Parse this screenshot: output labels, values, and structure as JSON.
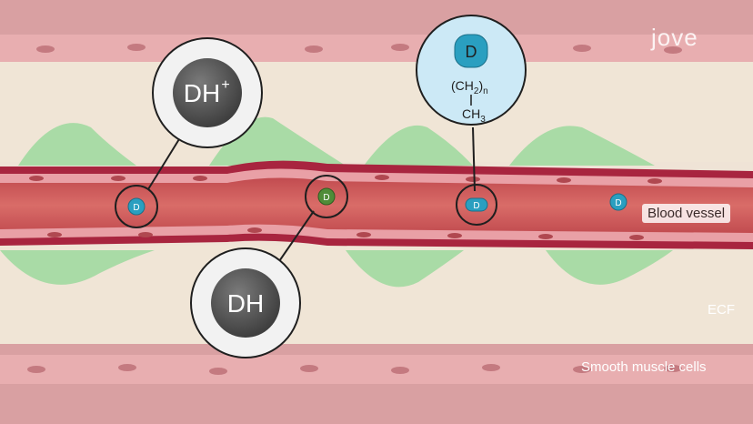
{
  "logo": "jove",
  "labels": {
    "blood_vessel": "Blood vessel",
    "ecf": "ECF",
    "smooth_muscle": "Smooth muscle cells"
  },
  "molecules": {
    "small_label": "D",
    "ionized_main": "DH",
    "ionized_charge": "+",
    "neutral": "DH",
    "lipid_head": "D",
    "lipid_chain_open": "(CH",
    "lipid_chain_sub2": "2",
    "lipid_chain_close": ")",
    "lipid_chain_subn": "n",
    "lipid_tail": "CH",
    "lipid_tail_sub3": "3"
  },
  "colors": {
    "background": "#efe3d6",
    "smooth_muscle": "#e3a3a6",
    "smooth_muscle_band": "#d68f94",
    "ecf": "#f0e5d6",
    "green_cells": "#a8d9a8",
    "vessel_wall": "#a8253f",
    "vessel_lumen": "#cf5f5f",
    "endothelium": "#e9a0a6",
    "drug_blue": "#2a9fc0",
    "drug_green": "#4f8c38",
    "bubble_dark": "#555555",
    "bubble_light_bg": "#cce9f6"
  }
}
